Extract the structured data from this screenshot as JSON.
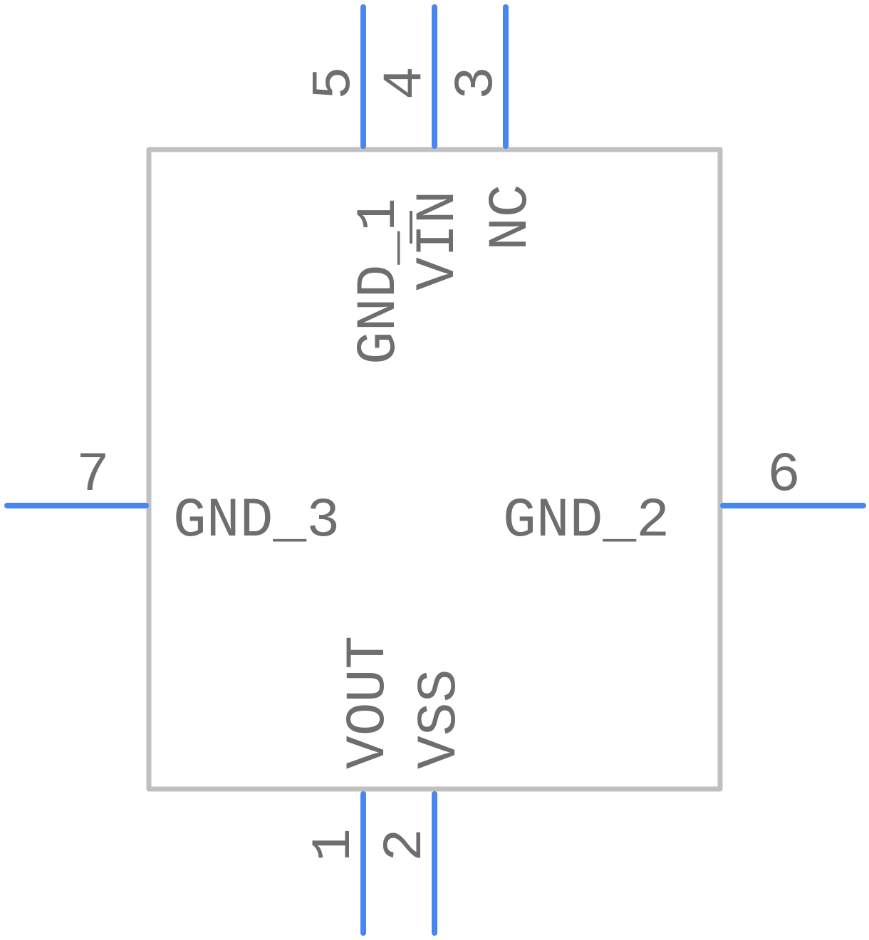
{
  "component": {
    "pins": [
      {
        "number": "1",
        "name": "VOUT",
        "side": "bottom",
        "overbar": false
      },
      {
        "number": "2",
        "name": "VSS",
        "side": "bottom",
        "overbar": false
      },
      {
        "number": "3",
        "name": "NC",
        "side": "top",
        "overbar": false
      },
      {
        "number": "4",
        "name": "VIN",
        "side": "top",
        "overbar": true
      },
      {
        "number": "5",
        "name": "GND_1",
        "side": "top",
        "overbar": false
      },
      {
        "number": "6",
        "name": "GND_2",
        "side": "right",
        "overbar": false
      },
      {
        "number": "7",
        "name": "GND_3",
        "side": "left",
        "overbar": false
      }
    ]
  },
  "colors": {
    "pin": "#4a86f0",
    "outline": "#c0c0c0",
    "text": "#6e6e6e",
    "background": "#ffffff"
  }
}
